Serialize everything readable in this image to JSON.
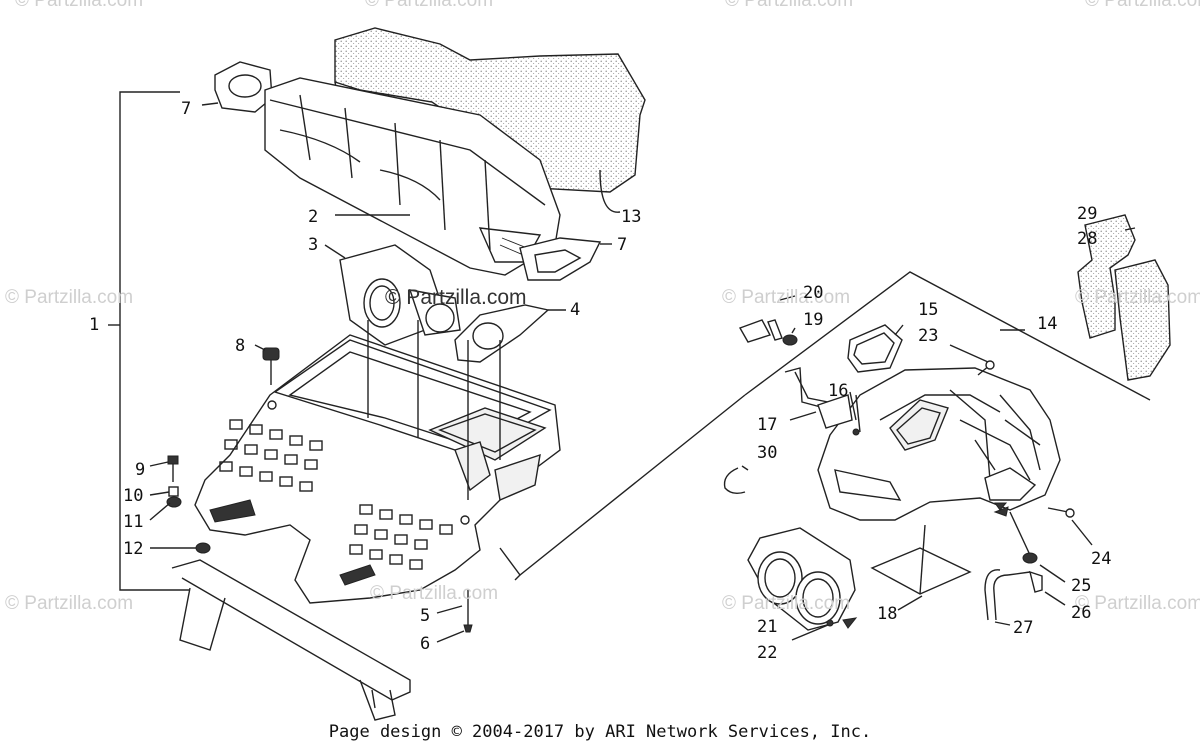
{
  "watermarks": [
    "© Partzilla.com"
  ],
  "center_watermark": "© Partzilla.com",
  "callouts": [
    "1",
    "2",
    "3",
    "4",
    "5",
    "6",
    "7",
    "7",
    "8",
    "9",
    "10",
    "11",
    "12",
    "13",
    "14",
    "15",
    "16",
    "17",
    "18",
    "19",
    "20",
    "21",
    "22",
    "23",
    "24",
    "25",
    "26",
    "27",
    "28",
    "29",
    "30"
  ],
  "footer": "Page design © 2004-2017 by ARI Network Services, Inc."
}
